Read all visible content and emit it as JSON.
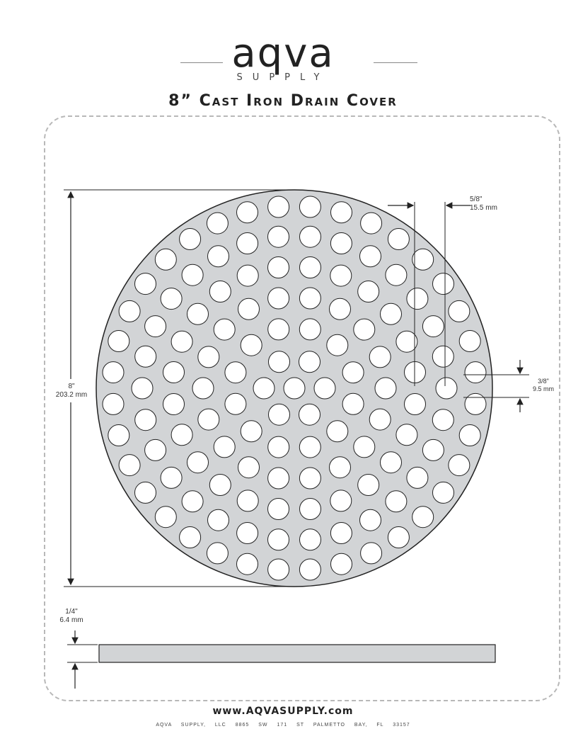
{
  "brand": {
    "name": "aqva",
    "tagline": "SUPPLY"
  },
  "title": "8” Cast Iron Drain Cover",
  "dimensions": {
    "diameter": {
      "imperial": "8\"",
      "metric": "203.2 mm"
    },
    "hole_spacing": {
      "imperial": "5/8\"",
      "metric": "15.5 mm"
    },
    "hole_diameter": {
      "imperial": "3/8\"",
      "metric": "9.5 mm"
    },
    "thickness": {
      "imperial": "1/4\"",
      "metric": "6.4 mm"
    }
  },
  "footer": {
    "url": "www.AQVASUPPLY.com",
    "company": "AQVA SUPPLY, LLC",
    "street": "8865 SW 171 ST",
    "city": "PALMETTO BAY, FL 33157"
  },
  "colors": {
    "plate_fill": "#d2d4d6",
    "line": "#222222",
    "frame": "#b8b8b8"
  }
}
